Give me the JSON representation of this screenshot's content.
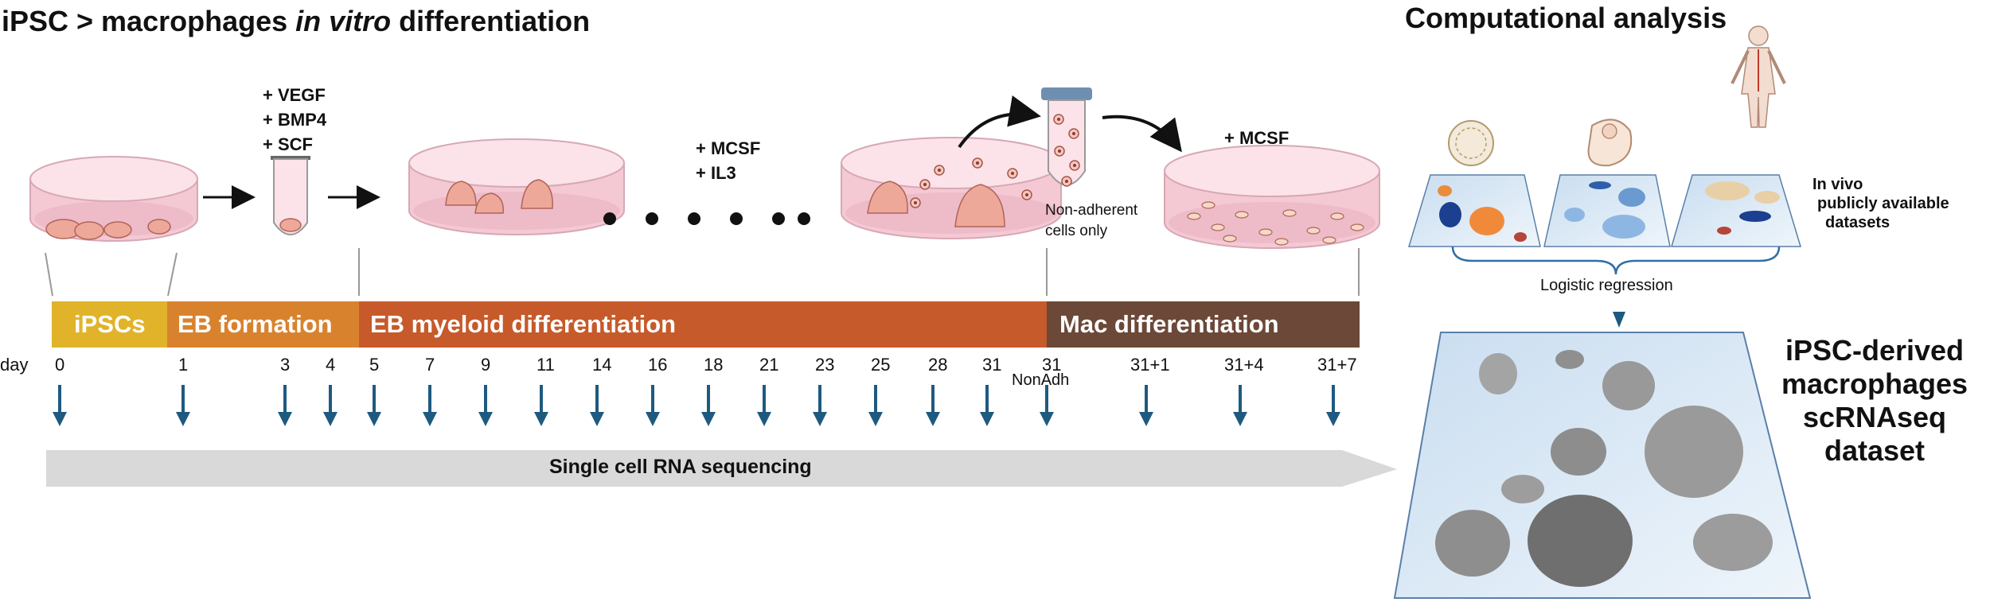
{
  "left_title": {
    "pre": "iPSC > macrophages ",
    "italic": "in vitro",
    "post": " differentiation"
  },
  "right_title": "Computational analysis",
  "factors": {
    "vegf": "+ VEGF",
    "bmp4": "+ BMP4",
    "scf": "+ SCF",
    "mcsf_il3": "+ MCSF",
    "il3": "+ IL3",
    "mcsf_final": "+ MCSF"
  },
  "nonadherent": {
    "line1": "Non-adherent",
    "line2": "cells only"
  },
  "stages": [
    "iPSCs",
    "EB formation",
    "EB myeloid differentiation",
    "Mac differentiation"
  ],
  "stage_colors": [
    "#e0b32a",
    "#d9822e",
    "#c65a2a",
    "#6b4838"
  ],
  "day_label": "day",
  "days": [
    "0",
    "1",
    "3",
    "4",
    "5",
    "7",
    "9",
    "11",
    "14",
    "16",
    "18",
    "21",
    "23",
    "25",
    "28",
    "31",
    "31",
    "31+1",
    "31+4",
    "31+7"
  ],
  "nonadh_label": "NonAdh",
  "sequencing_label": "Single cell RNA sequencing",
  "invivo": {
    "line1": "In vivo",
    "line2": "publicly available",
    "line3": "datasets"
  },
  "logistic": "Logistic regression",
  "dataset": {
    "line1": "iPSC-derived",
    "line2": "macrophages",
    "line3": "scRNAseq",
    "line4": "dataset"
  },
  "colors": {
    "arrow_blue": "#1e5a80",
    "dish_pink": "#f7d3dc",
    "grey_arrow": "#d9d9d9",
    "panel_blue": "#dbe9f6"
  }
}
